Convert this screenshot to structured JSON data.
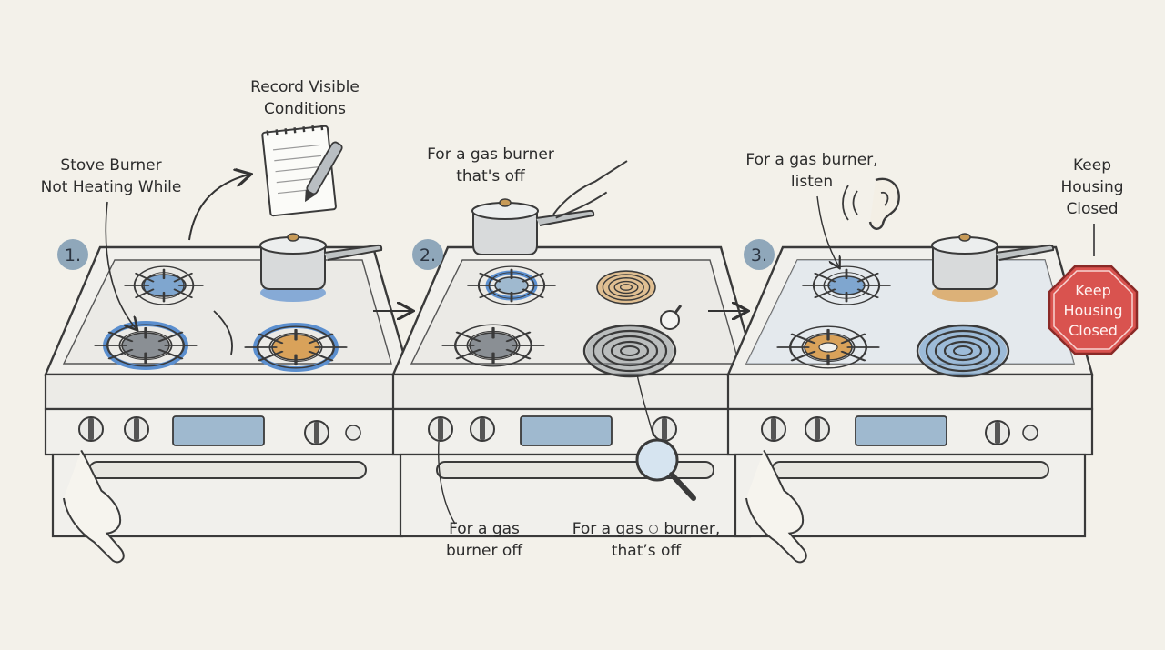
{
  "steps": [
    "1.",
    "2.",
    "3."
  ],
  "panel1": {
    "label_burner_line1": "Stove Burner",
    "label_burner_line2": "Not Heating While",
    "label_record_line1": "Record Visible",
    "label_record_line2": "Conditions"
  },
  "panel2": {
    "label_top_line1": "For a gas burner",
    "label_top_line2": "that's off",
    "label_knob_line1": "For a gas",
    "label_knob_line2": "burner off",
    "label_coil_line1a": "For a gas",
    "label_coil_line1b": "burner,",
    "label_coil_line2": "that’s off"
  },
  "panel3": {
    "label_listen_line1": "For a gas burner,",
    "label_listen_line2": "listen",
    "sign_header_line1": "Keep",
    "sign_header_line2": "Housing",
    "sign_header_line3": "Closed",
    "sign_line1": "Keep",
    "sign_line2": "Housing",
    "sign_line3": "Closed"
  },
  "icons": [
    "notepad-icon",
    "pen-icon",
    "magnifier-icon",
    "ear-icon",
    "stop-sign-icon",
    "arrow-icon",
    "hand-icon",
    "pot-icon"
  ],
  "colors": {
    "background": "#f3f1ea",
    "line": "#3a3a3a",
    "panel_blue": "#9fb9cf",
    "flame_blue": "#5b8fcf",
    "copper": "#d9a25a",
    "sign_red": "#d9534f",
    "badge": "#8fa7ba"
  }
}
